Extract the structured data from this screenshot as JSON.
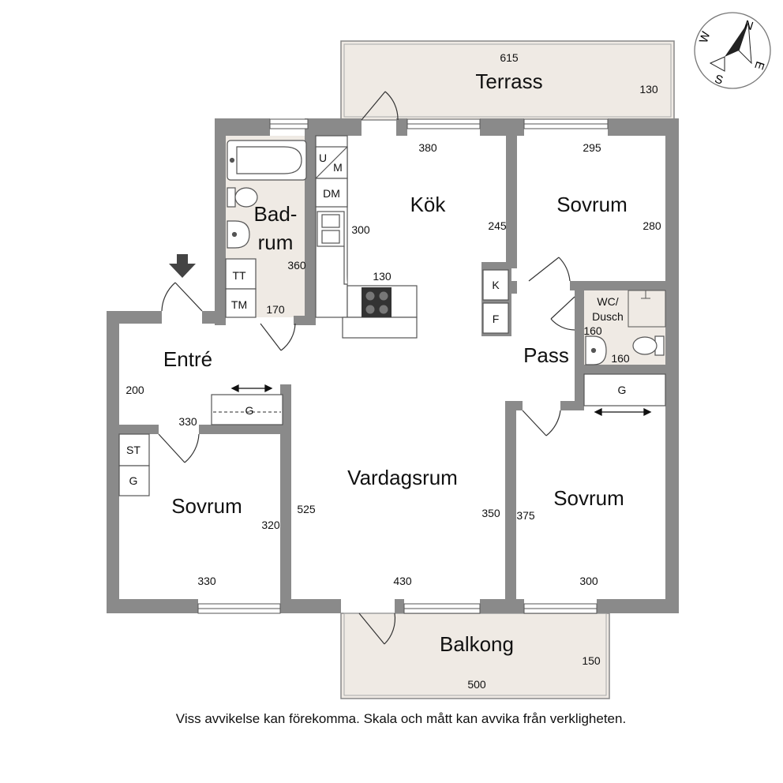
{
  "colors": {
    "wall": "#8a8a8a",
    "outdoor_fill": "#efeae4",
    "bath_fill": "#efeae4",
    "line": "#333333",
    "text": "#111111"
  },
  "rooms": {
    "terrass": "Terrass",
    "kok": "Kök",
    "bad_1": "Bad-",
    "bad_2": "rum",
    "sovrum_ne": "Sovrum",
    "wc_1": "WC/",
    "wc_2": "Dusch",
    "pass": "Pass",
    "entre": "Entré",
    "vardagsrum": "Vardagsrum",
    "sovrum_sw": "Sovrum",
    "sovrum_se": "Sovrum",
    "balkong": "Balkong"
  },
  "dimensions": {
    "terrass_width": "615",
    "terrass_depth": "130",
    "kok_width": "380",
    "kok_left": "300",
    "kok_right": "245",
    "kok_counter": "130",
    "bad_height": "360",
    "bad_width": "170",
    "sovrum_ne_width": "295",
    "sovrum_ne_height": "280",
    "wc_width": "160",
    "wc_height": "160",
    "entre_height": "200",
    "entre_width": "330",
    "vardagsrum_left": "525",
    "vardagsrum_right": "350",
    "vardagsrum_width": "430",
    "sovrum_sw_height": "320",
    "sovrum_sw_width": "330",
    "sovrum_se_height": "375",
    "sovrum_se_width": "300",
    "balkong_depth": "150",
    "balkong_width": "500"
  },
  "fixtures": {
    "um_u": "U",
    "um_m": "M",
    "dm": "DM",
    "tt": "TT",
    "tm": "TM",
    "k": "K",
    "f": "F",
    "st": "ST",
    "g_bedroom": "G",
    "g_entre": "G",
    "g_pass": "G"
  },
  "compass": {
    "n": "N",
    "e": "E",
    "s": "S",
    "w": "W"
  },
  "disclaimer": "Viss avvikelse kan förekomma. Skala och mått kan avvika från verkligheten."
}
